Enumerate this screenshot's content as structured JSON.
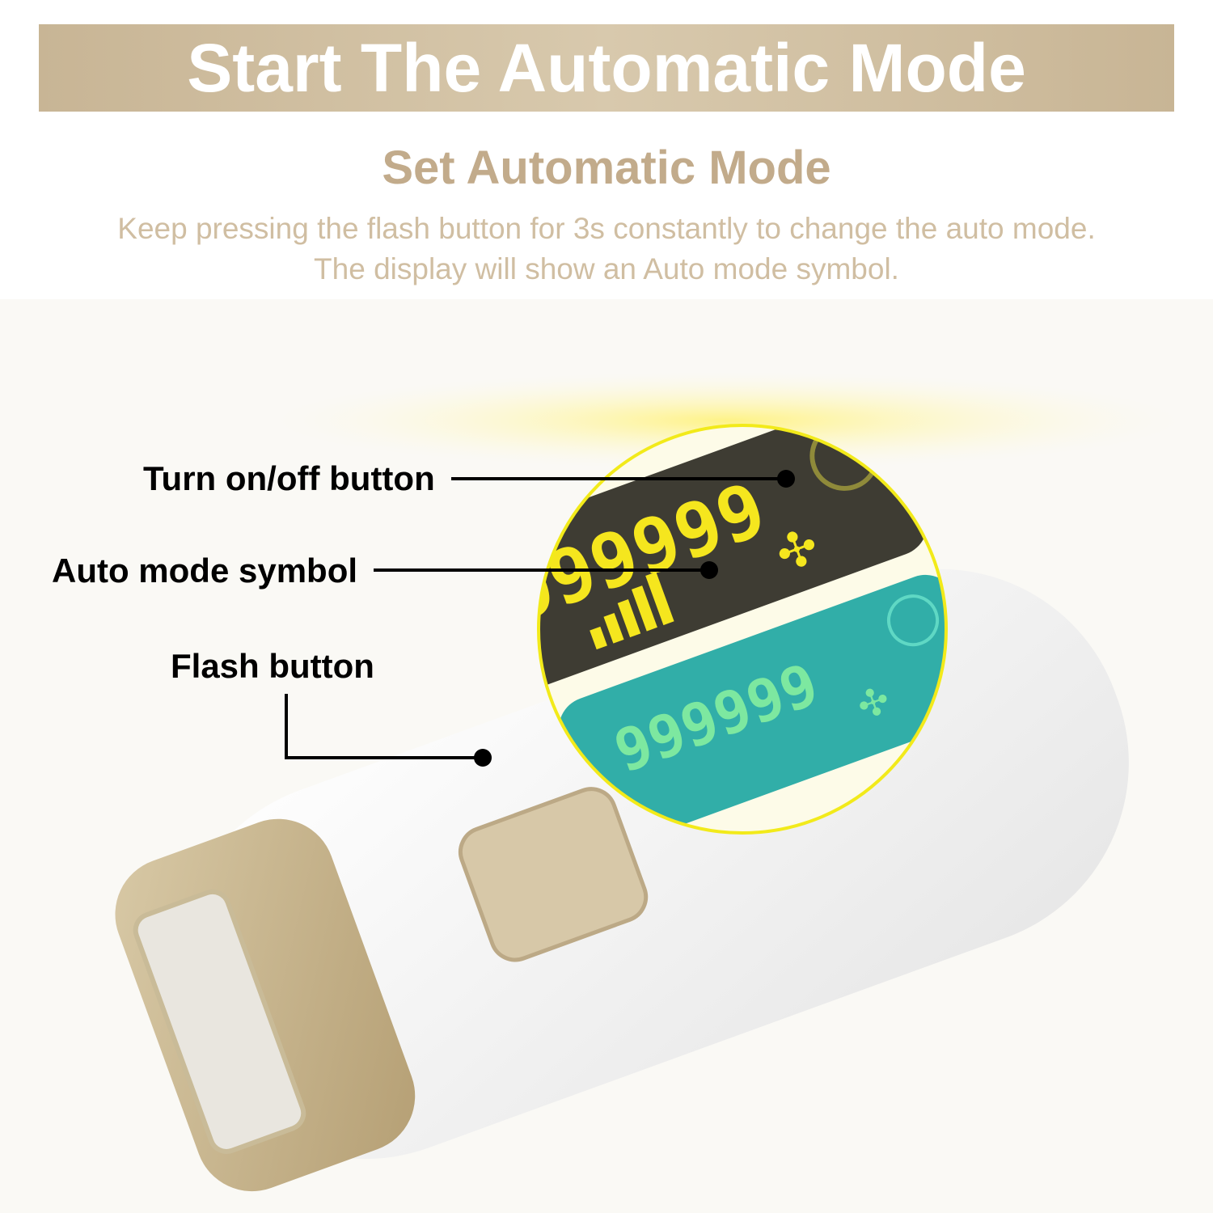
{
  "banner": {
    "title": "Start The Automatic Mode"
  },
  "heading": "Set Automatic Mode",
  "description": [
    "Keep pressing the flash button for 3s constantly to change the auto mode.",
    "The display will show an Auto mode symbol."
  ],
  "callouts": {
    "power": "Turn on/off button",
    "auto": "Auto mode symbol",
    "flash": "Flash button"
  },
  "display": {
    "readout": "999999",
    "readout_color": "#f5e61e",
    "readout_idle_color": "#7de8a0"
  },
  "colors": {
    "banner": "#c9b898",
    "accent_gold": "#c2ab8b",
    "highlight_ring": "#f2ea1a"
  },
  "icons": [
    "power-icon",
    "fan-icon",
    "level-bars-icon"
  ]
}
